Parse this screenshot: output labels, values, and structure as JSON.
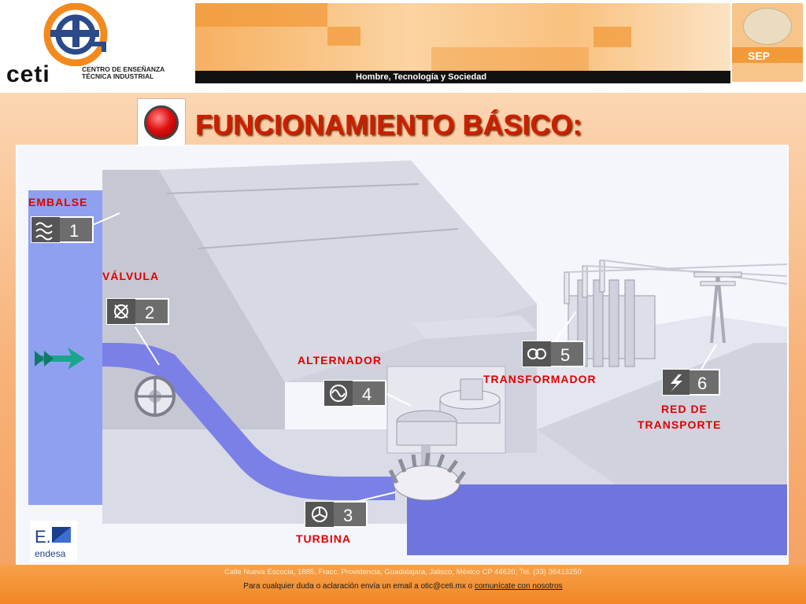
{
  "header": {
    "logo_word": "ceti",
    "logo_sub_line1": "CENTRO DE ENSEÑANZA",
    "logo_sub_line2": "TÉCNICA INDUSTRIAL",
    "motto": "Hombre, Tecnología y Sociedad",
    "sep_label": "SEP"
  },
  "title": "FUNCIONAMIENTO BÁSICO:",
  "diagram": {
    "labels": {
      "embalse": "EMBALSE",
      "valvula": "VÁLVULA",
      "alternador": "ALTERNADOR",
      "transformador": "TRANSFORMADOR",
      "red1": "RED DE",
      "red2": "TRANSPORTE",
      "turbina": "TURBINA"
    },
    "numbers": {
      "n1": "1",
      "n2": "2",
      "n3": "3",
      "n4": "4",
      "n5": "5",
      "n6": "6"
    },
    "icons": {
      "n1": "water-waves-icon",
      "n2": "valve-icon",
      "n3": "turbine-fan-icon",
      "n4": "alternator-sine-icon",
      "n5": "transformer-coils-icon",
      "n6": "lightning-icon"
    },
    "endesa_label": "endesa",
    "endesa_mark": "E.",
    "colors": {
      "water": "#5a5ee0",
      "label_red": "#e00000",
      "number_box": "#6d6d6d",
      "arrow": "#1aa58f"
    }
  },
  "footer": {
    "address": "Calle Nueva Escocia, 1885, Fracc. Providencia, Guadalajara, Jalisco, México CP 44620, Tel. (33) 36413250",
    "contact_prefix": "Para cualquier duda o aclaración envía un email a otic@ceti.mx o ",
    "contact_link": "comunícate con nosotros"
  }
}
